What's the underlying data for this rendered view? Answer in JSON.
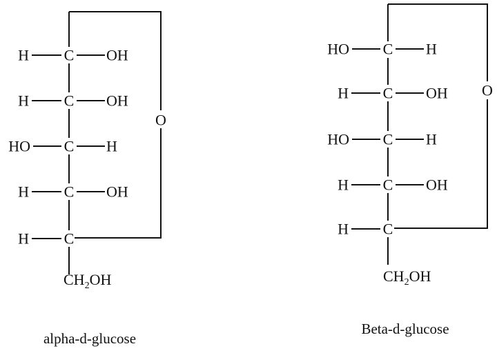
{
  "structures": [
    {
      "id": "alpha",
      "caption": "alpha-d-glucose",
      "ring_oxygen": "O",
      "rows": [
        {
          "left": "H",
          "center": "C",
          "right": "OH"
        },
        {
          "left": "H",
          "center": "C",
          "right": "OH"
        },
        {
          "left": "HO",
          "center": "C",
          "right": "H"
        },
        {
          "left": "H",
          "center": "C",
          "right": "OH"
        },
        {
          "left": "H",
          "center": "C",
          "right": ""
        }
      ],
      "terminal": {
        "main": "CH",
        "subscript": "2",
        "tail": "OH"
      }
    },
    {
      "id": "beta",
      "caption": "Beta-d-glucose",
      "ring_oxygen": "O",
      "rows": [
        {
          "left": "HO",
          "center": "C",
          "right": "H"
        },
        {
          "left": "H",
          "center": "C",
          "right": "OH"
        },
        {
          "left": "HO",
          "center": "C",
          "right": "H"
        },
        {
          "left": "H",
          "center": "C",
          "right": "OH"
        },
        {
          "left": "H",
          "center": "C",
          "right": ""
        }
      ],
      "terminal": {
        "main": "CH",
        "subscript": "2",
        "tail": "OH"
      }
    }
  ]
}
